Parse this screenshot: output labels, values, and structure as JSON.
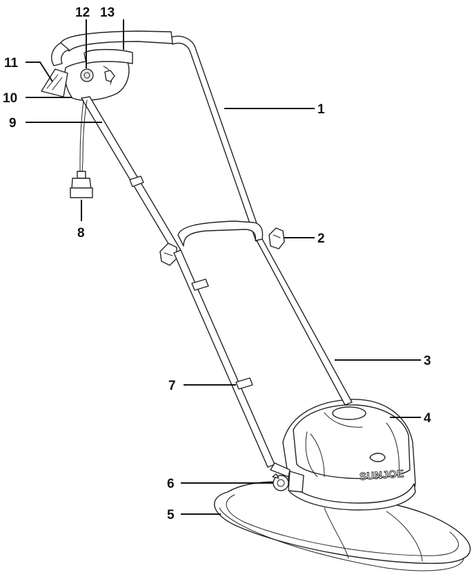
{
  "brand_logo": "SUNJOE",
  "callouts": [
    {
      "label": "1"
    },
    {
      "label": "2"
    },
    {
      "label": "3"
    },
    {
      "label": "4"
    },
    {
      "label": "5"
    },
    {
      "label": "6"
    },
    {
      "label": "7"
    },
    {
      "label": "8"
    },
    {
      "label": "9"
    },
    {
      "label": "10"
    },
    {
      "label": "11"
    },
    {
      "label": "12"
    },
    {
      "label": "13"
    }
  ]
}
